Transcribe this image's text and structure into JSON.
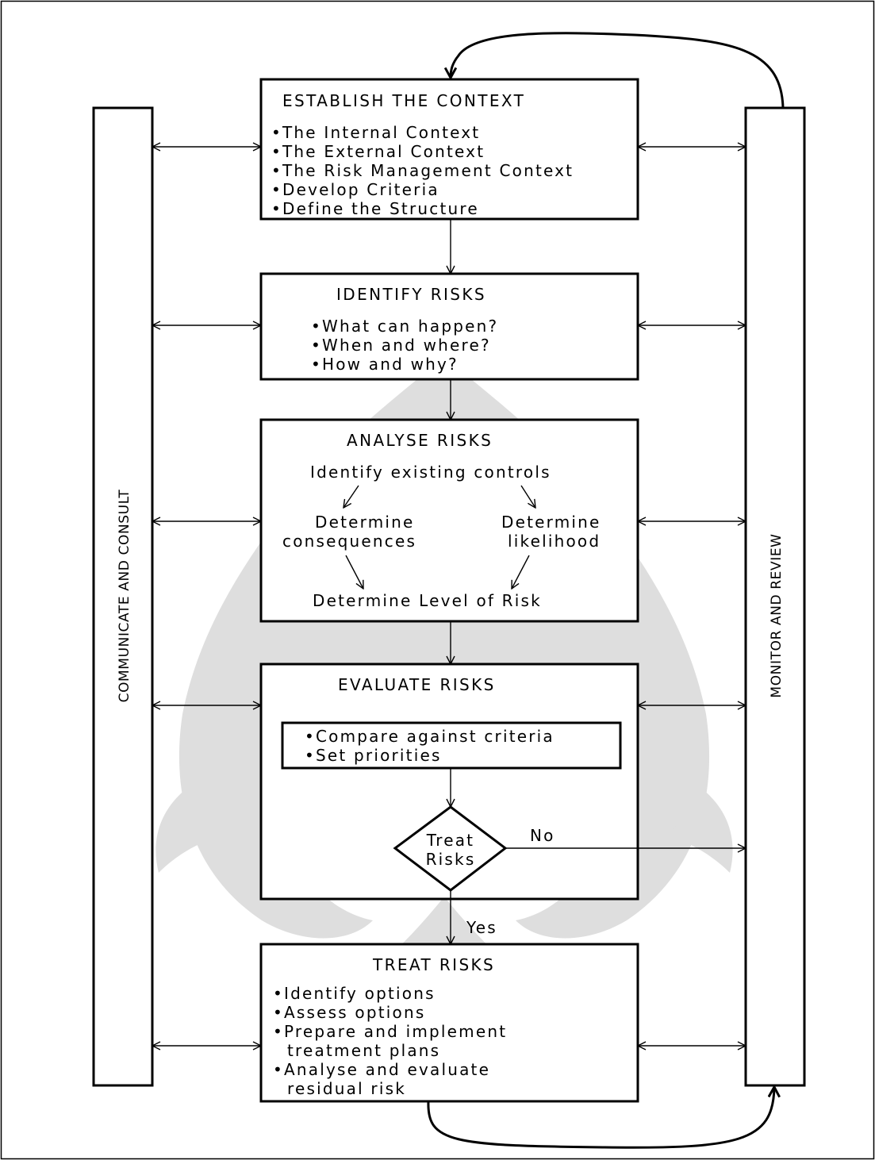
{
  "side_bars": {
    "left_label": "COMMUNICATE AND CONSULT",
    "right_label": "MONITOR AND REVIEW"
  },
  "establish": {
    "title": "ESTABLISH THE CONTEXT",
    "items": [
      "•The Internal Context",
      "•The External Context",
      "•The Risk Management Context",
      "•Develop Criteria",
      "•Define the Structure"
    ]
  },
  "identify": {
    "title": "IDENTIFY RISKS",
    "items": [
      "•What can happen?",
      "•When and where?",
      "•How and why?"
    ]
  },
  "analyse": {
    "title": "ANALYSE RISKS",
    "controls": "Identify existing controls",
    "consequences_1": "Determine",
    "consequences_2": "consequences",
    "likelihood_1": "Determine",
    "likelihood_2": "likelihood",
    "level": "Determine Level of Risk"
  },
  "evaluate": {
    "title": "EVALUATE RISKS",
    "items": [
      "•Compare against criteria",
      "•Set priorities"
    ],
    "decision_1": "Treat",
    "decision_2": "Risks",
    "no_label": "No",
    "yes_label": "Yes"
  },
  "treat": {
    "title": "TREAT RISKS",
    "items": [
      "•Identify options",
      "•Assess options",
      "•Prepare and implement",
      "treatment plans",
      "•Analyse and evaluate",
      "residual risk"
    ]
  }
}
